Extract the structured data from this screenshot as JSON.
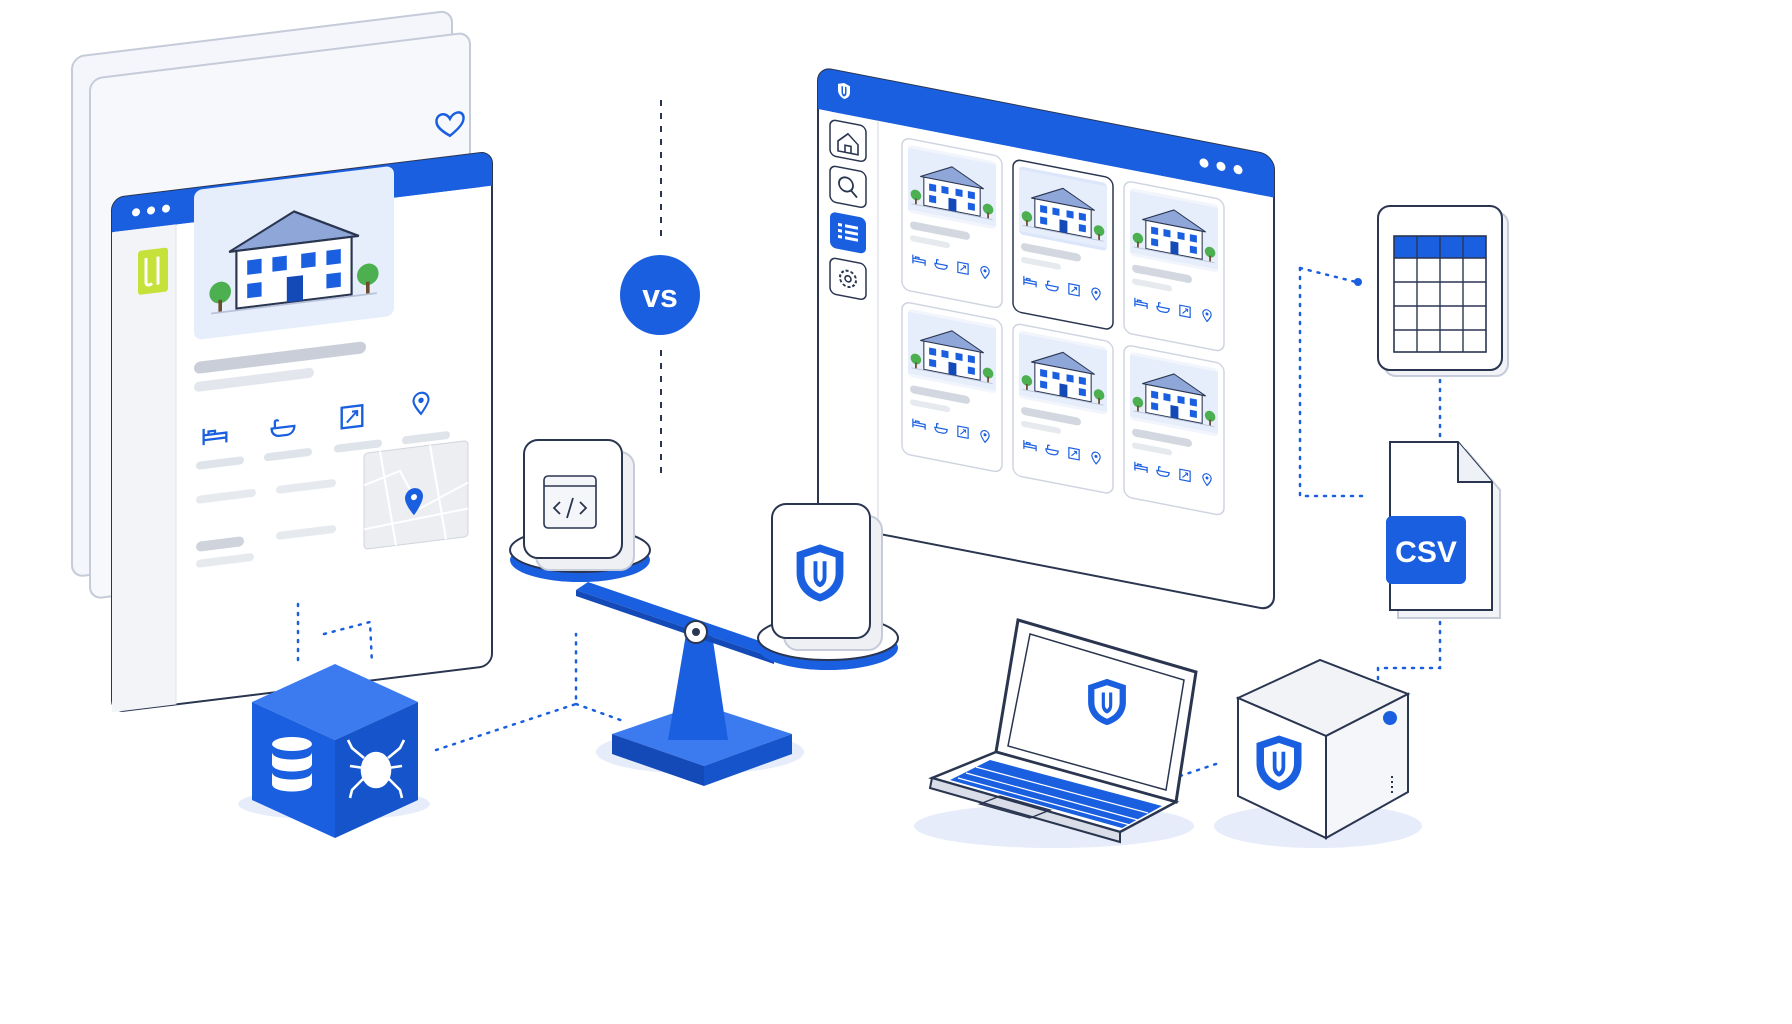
{
  "center_badge": {
    "label": "vs"
  },
  "file_badge": {
    "label": "CSV"
  },
  "colors": {
    "brand_blue": "#1a5fe0",
    "dark_blue": "#1449b8",
    "outline": "#2a3550",
    "light_gray": "#d6d9e0",
    "lime_accent": "#c6e23a"
  },
  "icons": {
    "left_window": [
      "heart-icon",
      "bed-icon",
      "bathtub-icon",
      "area-icon",
      "location-pin-icon",
      "map-pin-icon"
    ],
    "right_sidebar": [
      "home-icon",
      "search-icon",
      "list-icon",
      "settings-gear-icon"
    ],
    "card_features": [
      "bed-icon",
      "bathtub-icon",
      "area-icon",
      "location-pin-icon"
    ],
    "misc": [
      "code-window-icon",
      "shield-logo-icon",
      "database-icon",
      "spider-bug-icon",
      "spreadsheet-icon",
      "csv-file-icon",
      "laptop-icon",
      "server-cube-icon"
    ]
  },
  "listing_cards": [
    {
      "id": 1,
      "selected": false
    },
    {
      "id": 2,
      "selected": true
    },
    {
      "id": 3,
      "selected": false
    },
    {
      "id": 4,
      "selected": false
    },
    {
      "id": 5,
      "selected": false
    },
    {
      "id": 6,
      "selected": false
    }
  ]
}
